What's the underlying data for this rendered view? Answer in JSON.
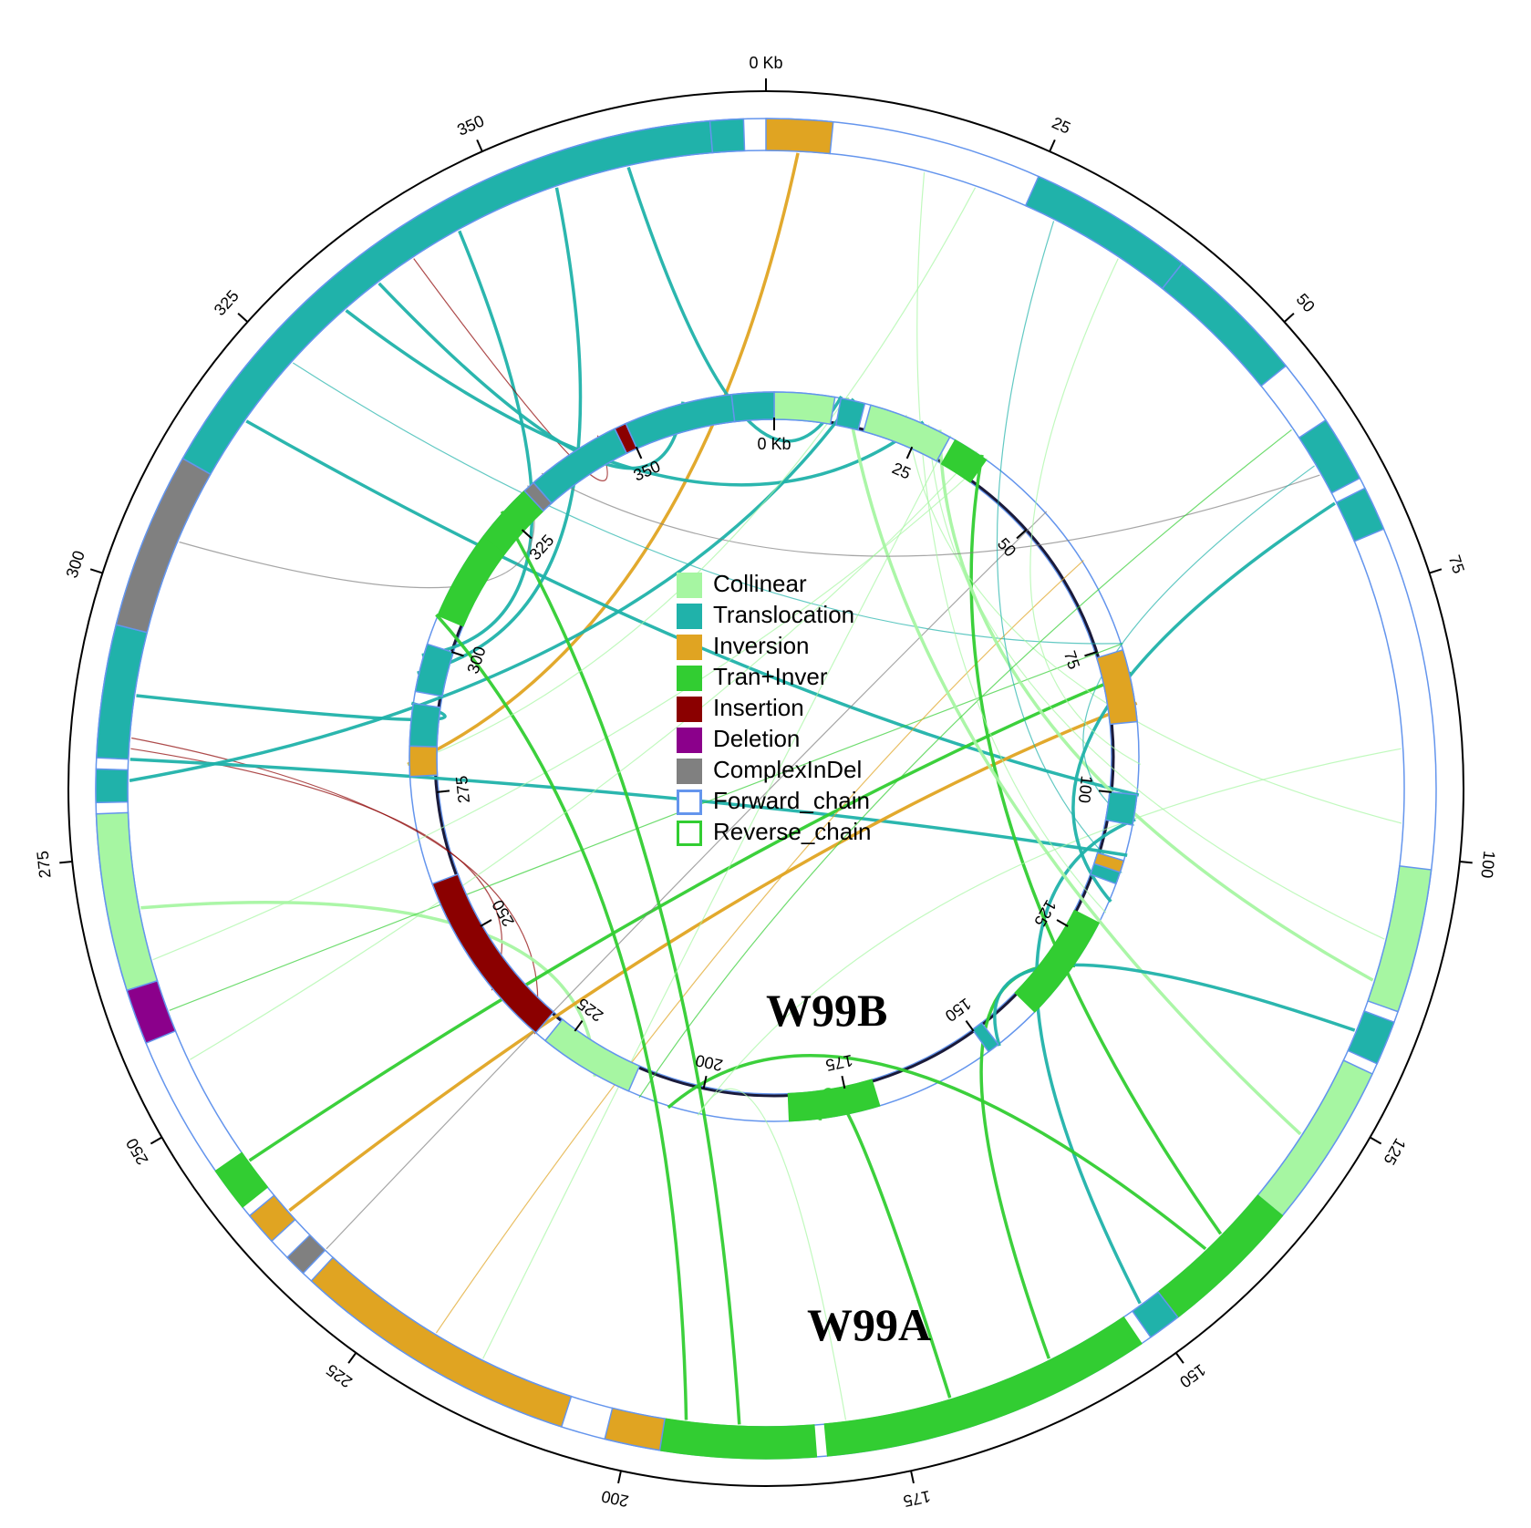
{
  "legend": {
    "items": [
      {
        "label": "Collinear",
        "color": "#a6f6a2",
        "kind": "fill"
      },
      {
        "label": "Translocation",
        "color": "#20b2aa",
        "kind": "fill"
      },
      {
        "label": "Inversion",
        "color": "#e0a422",
        "kind": "fill"
      },
      {
        "label": "Tran+Inver",
        "color": "#32cd32",
        "kind": "fill"
      },
      {
        "label": "Insertion",
        "color": "#8b0000",
        "kind": "fill"
      },
      {
        "label": "Deletion",
        "color": "#8b008b",
        "kind": "fill"
      },
      {
        "label": "ComplexInDel",
        "color": "#808080",
        "kind": "fill"
      },
      {
        "label": "Forward_chain",
        "color": "#6495ed",
        "kind": "outline"
      },
      {
        "label": "Reverse_chain",
        "color": "#32cd32",
        "kind": "outline"
      }
    ]
  },
  "genomes": {
    "outer": {
      "name": "W99A",
      "length_kb": 375,
      "ticks": [
        {
          "kb": 0,
          "label": "0 Kb"
        },
        {
          "kb": 25,
          "label": "25"
        },
        {
          "kb": 50,
          "label": "50"
        },
        {
          "kb": 75,
          "label": "75"
        },
        {
          "kb": 100,
          "label": "100"
        },
        {
          "kb": 125,
          "label": "125"
        },
        {
          "kb": 150,
          "label": "150"
        },
        {
          "kb": 175,
          "label": "175"
        },
        {
          "kb": 200,
          "label": "200"
        },
        {
          "kb": 225,
          "label": "225"
        },
        {
          "kb": 250,
          "label": "250"
        },
        {
          "kb": 275,
          "label": "275"
        },
        {
          "kb": 300,
          "label": "300"
        },
        {
          "kb": 325,
          "label": "325"
        },
        {
          "kb": 350,
          "label": "350"
        }
      ],
      "blocks": [
        {
          "start": 0,
          "end": 6,
          "type": "Inversion",
          "strand": "forward"
        },
        {
          "start": 25,
          "end": 40,
          "type": "Translocation",
          "strand": "forward"
        },
        {
          "start": 40,
          "end": 53,
          "type": "Translocation",
          "strand": "forward"
        },
        {
          "start": 59,
          "end": 65,
          "type": "Translocation",
          "strand": "forward"
        },
        {
          "start": 66,
          "end": 70,
          "type": "Translocation",
          "strand": "forward"
        },
        {
          "start": 101,
          "end": 114,
          "type": "Collinear",
          "strand": "forward"
        },
        {
          "start": 115,
          "end": 119,
          "type": "Translocation",
          "strand": "forward"
        },
        {
          "start": 120,
          "end": 135,
          "type": "Collinear",
          "strand": "forward"
        },
        {
          "start": 135,
          "end": 148,
          "type": "Tran+Inver",
          "strand": "reverse"
        },
        {
          "start": 148,
          "end": 151,
          "type": "Translocation",
          "strand": "forward"
        },
        {
          "start": 152,
          "end": 182,
          "type": "Tran+Inver",
          "strand": "reverse"
        },
        {
          "start": 183,
          "end": 197,
          "type": "Tran+Inver",
          "strand": "reverse"
        },
        {
          "start": 197,
          "end": 202,
          "type": "Inversion",
          "strand": "forward"
        },
        {
          "start": 206,
          "end": 232,
          "type": "Inversion",
          "strand": "forward"
        },
        {
          "start": 233,
          "end": 235,
          "type": "ComplexInDel",
          "strand": "forward"
        },
        {
          "start": 237,
          "end": 240,
          "type": "Inversion",
          "strand": "forward"
        },
        {
          "start": 241,
          "end": 245,
          "type": "Tran+Inver",
          "strand": "reverse"
        },
        {
          "start": 258,
          "end": 263,
          "type": "Deletion",
          "strand": "forward"
        },
        {
          "start": 263,
          "end": 279,
          "type": "Collinear",
          "strand": "forward"
        },
        {
          "start": 280,
          "end": 283,
          "type": "Translocation",
          "strand": "forward"
        },
        {
          "start": 284,
          "end": 296,
          "type": "Translocation",
          "strand": "forward"
        },
        {
          "start": 296,
          "end": 312,
          "type": "ComplexInDel",
          "strand": "forward"
        },
        {
          "start": 312,
          "end": 370,
          "type": "Translocation",
          "strand": "forward"
        },
        {
          "start": 370,
          "end": 373,
          "type": "Translocation",
          "strand": "forward"
        }
      ]
    },
    "inner": {
      "name": "W99B",
      "length_kb": 375,
      "ticks": [
        {
          "kb": 0,
          "label": "0 Kb"
        },
        {
          "kb": 25,
          "label": "25"
        },
        {
          "kb": 50,
          "label": "50"
        },
        {
          "kb": 75,
          "label": "75"
        },
        {
          "kb": 100,
          "label": "100"
        },
        {
          "kb": 125,
          "label": "125"
        },
        {
          "kb": 150,
          "label": "150"
        },
        {
          "kb": 175,
          "label": "175"
        },
        {
          "kb": 200,
          "label": "200"
        },
        {
          "kb": 225,
          "label": "225"
        },
        {
          "kb": 250,
          "label": "250"
        },
        {
          "kb": 275,
          "label": "275"
        },
        {
          "kb": 300,
          "label": "300"
        },
        {
          "kb": 325,
          "label": "325"
        },
        {
          "kb": 350,
          "label": "350"
        }
      ],
      "blocks": [
        {
          "start": 0,
          "end": 10,
          "type": "Collinear",
          "strand": "forward"
        },
        {
          "start": 11,
          "end": 15,
          "type": "Translocation",
          "strand": "forward"
        },
        {
          "start": 16,
          "end": 30,
          "type": "Collinear",
          "strand": "forward"
        },
        {
          "start": 31,
          "end": 37,
          "type": "Tran+Inver",
          "strand": "reverse"
        },
        {
          "start": 76,
          "end": 88,
          "type": "Inversion",
          "strand": "forward"
        },
        {
          "start": 100,
          "end": 105,
          "type": "Translocation",
          "strand": "forward"
        },
        {
          "start": 111,
          "end": 115,
          "type": "Translocation",
          "strand": "forward"
        },
        {
          "start": 111,
          "end": 113,
          "type": "Inversion",
          "strand": "forward"
        },
        {
          "start": 122,
          "end": 140,
          "type": "Tran+Inver",
          "strand": "reverse"
        },
        {
          "start": 148,
          "end": 150,
          "type": "Translocation",
          "strand": "forward"
        },
        {
          "start": 170,
          "end": 185,
          "type": "Tran+Inver",
          "strand": "reverse"
        },
        {
          "start": 212,
          "end": 228,
          "type": "Collinear",
          "strand": "forward"
        },
        {
          "start": 230,
          "end": 260,
          "type": "Insertion",
          "strand": "forward"
        },
        {
          "start": 278,
          "end": 283,
          "type": "Inversion",
          "strand": "forward"
        },
        {
          "start": 283,
          "end": 290,
          "type": "Translocation",
          "strand": "forward"
        },
        {
          "start": 292,
          "end": 300,
          "type": "Translocation",
          "strand": "forward"
        },
        {
          "start": 305,
          "end": 320,
          "type": "Tran+Inver",
          "strand": "reverse"
        },
        {
          "start": 320,
          "end": 330,
          "type": "Tran+Inver",
          "strand": "reverse"
        },
        {
          "start": 330,
          "end": 332,
          "type": "ComplexInDel",
          "strand": "forward"
        },
        {
          "start": 332,
          "end": 348,
          "type": "Translocation",
          "strand": "forward"
        },
        {
          "start": 348,
          "end": 350,
          "type": "Insertion",
          "strand": "forward"
        },
        {
          "start": 350,
          "end": 368,
          "type": "Translocation",
          "strand": "forward"
        },
        {
          "start": 368,
          "end": 375,
          "type": "Translocation",
          "strand": "forward"
        }
      ]
    }
  },
  "links": [
    {
      "a": 3,
      "b": 280,
      "type": "Inversion",
      "weight": "thick"
    },
    {
      "a": 362,
      "b": 11,
      "type": "Translocation",
      "weight": "thick"
    },
    {
      "a": 355,
      "b": 295,
      "type": "Translocation",
      "weight": "thick"
    },
    {
      "a": 345,
      "b": 298,
      "type": "Translocation",
      "weight": "thick"
    },
    {
      "a": 340,
      "b": 345,
      "type": "Insertion",
      "weight": "thin"
    },
    {
      "a": 336,
      "b": 360,
      "type": "Translocation",
      "weight": "thick"
    },
    {
      "a": 332,
      "b": 25,
      "type": "Translocation",
      "weight": "thick"
    },
    {
      "a": 325,
      "b": 75,
      "type": "Translocation",
      "weight": "thin"
    },
    {
      "a": 318,
      "b": 100,
      "type": "Translocation",
      "weight": "thick"
    },
    {
      "a": 305,
      "b": 331,
      "type": "ComplexInDel",
      "weight": "thin"
    },
    {
      "a": 286,
      "b": 230,
      "type": "Insertion",
      "weight": "thin"
    },
    {
      "a": 285,
      "b": 240,
      "type": "Insertion",
      "weight": "thin"
    },
    {
      "a": 284,
      "b": 110,
      "type": "Translocation",
      "weight": "thick"
    },
    {
      "a": 282,
      "b": 13,
      "type": "Translocation",
      "weight": "thick"
    },
    {
      "a": 290,
      "b": 290,
      "type": "Translocation",
      "weight": "thick"
    },
    {
      "a": 270,
      "b": 218,
      "type": "Collinear",
      "weight": "thick"
    },
    {
      "a": 265,
      "b": 37,
      "type": "Collinear",
      "weight": "thin"
    },
    {
      "a": 260,
      "b": 75,
      "type": "Tran+Inver",
      "weight": "thin"
    },
    {
      "a": 244,
      "b": 80,
      "type": "Tran+Inver",
      "weight": "thick"
    },
    {
      "a": 238,
      "b": 85,
      "type": "Inversion",
      "weight": "thick"
    },
    {
      "a": 233,
      "b": 50,
      "type": "ComplexInDel",
      "weight": "thin"
    },
    {
      "a": 220,
      "b": 60,
      "type": "Inversion",
      "weight": "thin"
    },
    {
      "a": 195,
      "b": 305,
      "type": "Tran+Inver",
      "weight": "thick"
    },
    {
      "a": 190,
      "b": 325,
      "type": "Tran+Inver",
      "weight": "thick"
    },
    {
      "a": 170,
      "b": 180,
      "type": "Tran+Inver",
      "weight": "thick"
    },
    {
      "a": 160,
      "b": 130,
      "type": "Tran+Inver",
      "weight": "thick"
    },
    {
      "a": 150,
      "b": 104,
      "type": "Translocation",
      "weight": "thick"
    },
    {
      "a": 142,
      "b": 205,
      "type": "Tran+Inver",
      "weight": "thick"
    },
    {
      "a": 140,
      "b": 36,
      "type": "Tran+Inver",
      "weight": "thick"
    },
    {
      "a": 128,
      "b": 12,
      "type": "Collinear",
      "weight": "thick"
    },
    {
      "a": 117,
      "b": 148,
      "type": "Translocation",
      "weight": "thick"
    },
    {
      "a": 112,
      "b": 28,
      "type": "Collinear",
      "weight": "thick"
    },
    {
      "a": 108,
      "b": 26,
      "type": "Collinear",
      "weight": "thin"
    },
    {
      "a": 97,
      "b": 22,
      "type": "Collinear",
      "weight": "thin"
    },
    {
      "a": 90,
      "b": 200,
      "type": "Collinear",
      "weight": "thin"
    },
    {
      "a": 66,
      "b": 118,
      "type": "Translocation",
      "weight": "thick"
    },
    {
      "a": 63,
      "b": 334,
      "type": "ComplexInDel",
      "weight": "thin"
    },
    {
      "a": 62,
      "b": 105,
      "type": "Translocation",
      "weight": "thin"
    },
    {
      "a": 58,
      "b": 210,
      "type": "Tran+Inver",
      "weight": "thin"
    },
    {
      "a": 35,
      "b": 95,
      "type": "Collinear",
      "weight": "thin"
    },
    {
      "a": 28,
      "b": 113,
      "type": "Translocation",
      "weight": "thin"
    },
    {
      "a": 20,
      "b": 280,
      "type": "Collinear",
      "weight": "thin"
    },
    {
      "a": 15,
      "b": 120,
      "type": "Collinear",
      "weight": "thin"
    },
    {
      "a": 180,
      "b": 200,
      "type": "Collinear",
      "weight": "thin"
    },
    {
      "a": 215,
      "b": 30,
      "type": "Collinear",
      "weight": "thin"
    },
    {
      "a": 255,
      "b": 35,
      "type": "Collinear",
      "weight": "thin"
    }
  ]
}
